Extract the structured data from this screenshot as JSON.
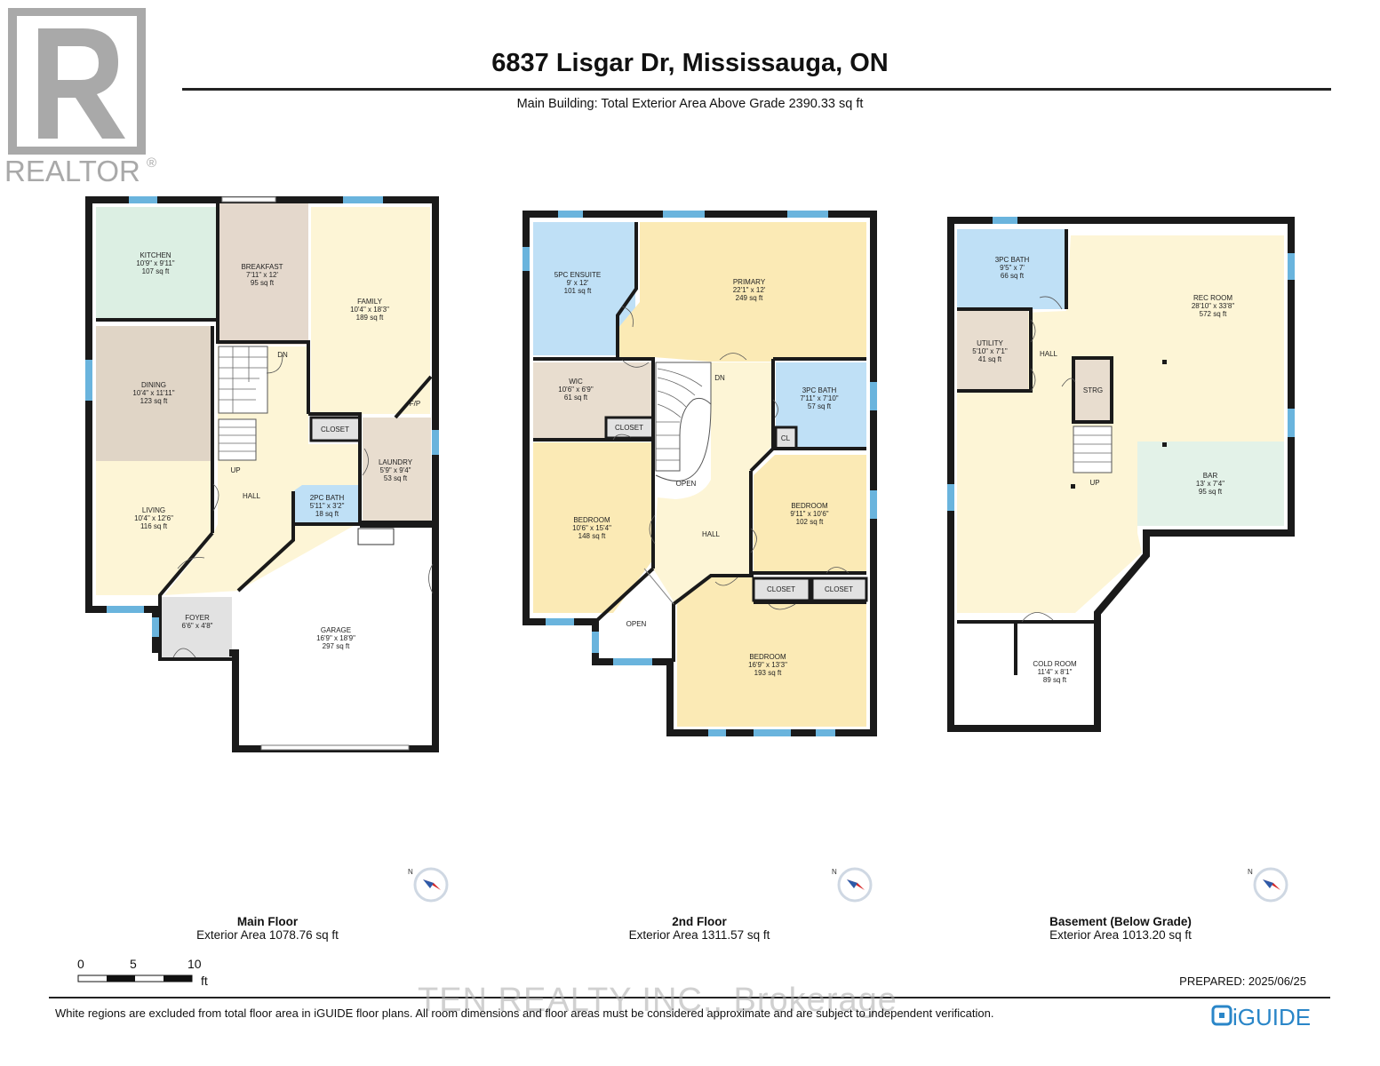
{
  "header": {
    "title": "6837 Lisgar Dr, Mississauga, ON",
    "subtitle": "Main Building: Total Exterior Area Above Grade 2390.33 sq ft"
  },
  "logo": {
    "text": "REALTOR",
    "mark": "®"
  },
  "colors": {
    "wall": "#1a1a1a",
    "window": "#6ab4dd",
    "kitchen": "#dcefe3",
    "breakfast": "#e4d8cc",
    "dining": "#e0d5c6",
    "yellow": "#fdf5d6",
    "yellow_strong": "#fbeab5",
    "bath": "#bfe0f6",
    "laundry": "#e8ddcf",
    "garage": "#ffffff",
    "foyer": "#e2e2e2",
    "bar": "#e3f2e8"
  },
  "floors": {
    "main": {
      "name": "Main Floor",
      "area": "Exterior Area 1078.76 sq ft",
      "rooms": {
        "kitchen": [
          "KITCHEN",
          "10'9\" x 9'11\"",
          "107 sq ft"
        ],
        "breakfast": [
          "BREAKFAST",
          "7'11\" x 12'",
          "95 sq ft"
        ],
        "family": [
          "FAMILY",
          "10'4\" x 18'3\"",
          "189 sq ft"
        ],
        "dining": [
          "DINING",
          "10'4\" x 11'11\"",
          "123 sq ft"
        ],
        "living": [
          "LIVING",
          "10'4\" x 12'6\"",
          "116 sq ft"
        ],
        "laundry": [
          "LAUNDRY",
          "5'9\" x 9'4\"",
          "53 sq ft"
        ],
        "bath": [
          "2PC BATH",
          "5'11\" x 3'2\"",
          "18 sq ft"
        ],
        "foyer": [
          "FOYER",
          "6'6\" x 4'8\""
        ],
        "garage": [
          "GARAGE",
          "16'9\" x 18'9\"",
          "297 sq ft"
        ]
      },
      "labels": {
        "closet": "CLOSET",
        "hall": "HALL",
        "up": "UP",
        "dn": "DN",
        "fp": "F/P"
      }
    },
    "second": {
      "name": "2nd Floor",
      "area": "Exterior Area 1311.57 sq ft",
      "rooms": {
        "ensuite": [
          "5PC ENSUITE",
          "9' x 12'",
          "101 sq ft"
        ],
        "primary": [
          "PRIMARY",
          "22'1\" x 12'",
          "249 sq ft"
        ],
        "wic": [
          "WIC",
          "10'6\" x 6'9\"",
          "61 sq ft"
        ],
        "bath": [
          "3PC BATH",
          "7'11\" x 7'10\"",
          "57 sq ft"
        ],
        "bedroom_left": [
          "BEDROOM",
          "10'6\" x 15'4\"",
          "148 sq ft"
        ],
        "bedroom_right": [
          "BEDROOM",
          "9'11\" x 10'6\"",
          "102 sq ft"
        ],
        "bedroom_bottom": [
          "BEDROOM",
          "16'9\" x 13'3\"",
          "193 sq ft"
        ]
      },
      "labels": {
        "closet": "CLOSET",
        "cl": "CL",
        "dn": "DN",
        "open": "OPEN",
        "hall": "HALL"
      }
    },
    "basement": {
      "name": "Basement (Below Grade)",
      "area": "Exterior Area 1013.20 sq ft",
      "rooms": {
        "bath": [
          "3PC BATH",
          "9'5\" x 7'",
          "66 sq ft"
        ],
        "rec": [
          "REC ROOM",
          "28'10\" x 33'8\"",
          "572 sq ft"
        ],
        "utility": [
          "UTILITY",
          "5'10\" x 7'1\"",
          "41 sq ft"
        ],
        "bar": [
          "BAR",
          "13' x 7'4\"",
          "95 sq ft"
        ],
        "cold": [
          "COLD ROOM",
          "11'4\" x 8'1\"",
          "89 sq ft"
        ]
      },
      "labels": {
        "hall": "HALL",
        "strg": "STRG",
        "up": "UP"
      }
    }
  },
  "compass": {
    "label": "N"
  },
  "scale": {
    "ticks": [
      "0",
      "5",
      "10"
    ],
    "unit": "ft"
  },
  "footer": {
    "prepared": "PREPARED: 2025/06/25",
    "disclaimer": "White regions are excluded from total floor area in iGUIDE floor plans. All room dimensions and floor areas must be considered approximate and are subject to independent verification.",
    "watermark": "TEN REALTY INC., Brokerage",
    "brand": "iGUIDE"
  }
}
